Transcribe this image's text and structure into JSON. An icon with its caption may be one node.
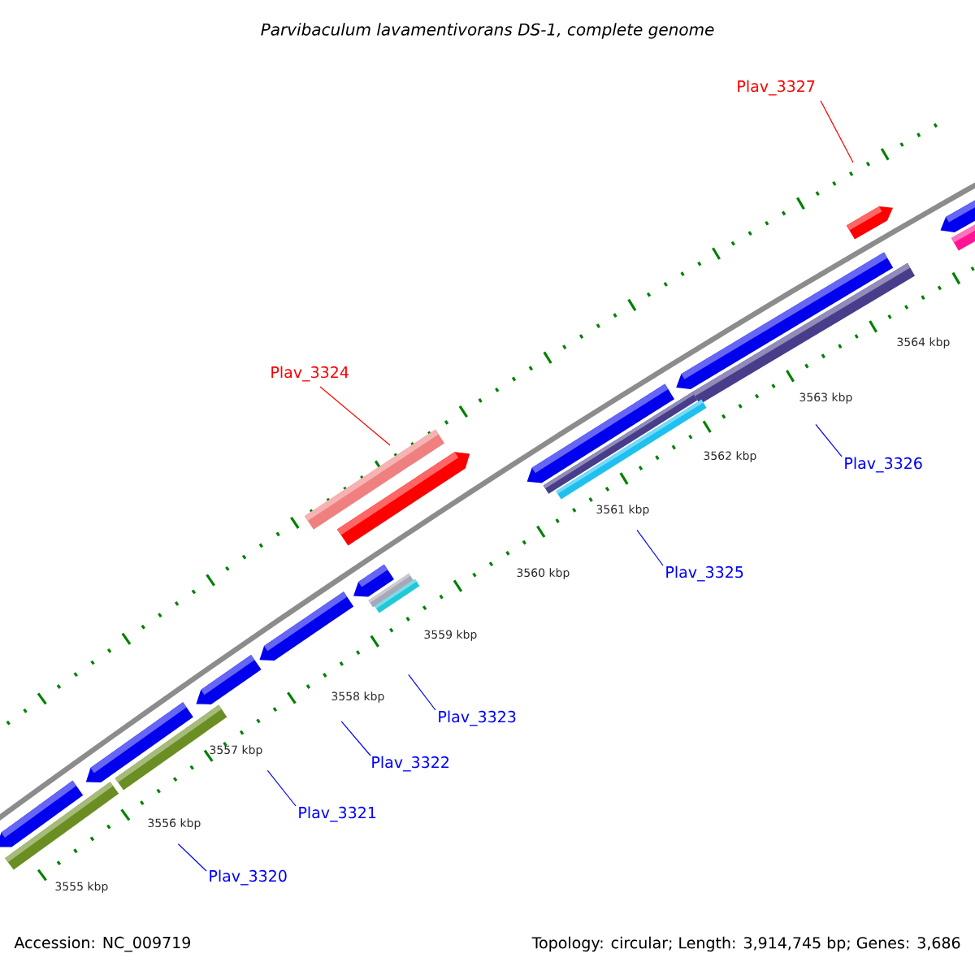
{
  "diagram": {
    "title": "Parvibaculum lavamentivorans DS-1, complete genome",
    "nodes": [
      {
        "text": [
          "Plav_3327"
        ]
      },
      {
        "text": [
          "Plav_3324"
        ]
      },
      {
        "text": [
          "Plav_3326"
        ]
      },
      {
        "text": [
          "Plav_3325"
        ]
      },
      {
        "text": [
          "Plav_3323"
        ]
      },
      {
        "text": [
          "Plav_3322"
        ]
      },
      {
        "text": [
          "Plav_3321"
        ]
      },
      {
        "text": [
          "Plav_3320"
        ]
      }
    ],
    "edges": [
      {
        "from": 0,
        "to": null,
        "arrow": "none",
        "color": "#ff0000"
      },
      {
        "from": 1,
        "to": null,
        "arrow": "none",
        "color": "#ff0000"
      },
      {
        "from": 2,
        "to": null,
        "arrow": "none"
      },
      {
        "from": 3,
        "to": null,
        "arrow": "none"
      },
      {
        "from": 4,
        "to": null,
        "arrow": "none"
      },
      {
        "from": 5,
        "to": null,
        "arrow": "none"
      },
      {
        "from": 6,
        "to": null,
        "arrow": "none"
      },
      {
        "from": 7,
        "to": null,
        "arrow": "none"
      }
    ],
    "labels": [
      "3564 kbp",
      "3563 kbp",
      "3562 kbp",
      "3561 kbp",
      "3560 kbp",
      "3559 kbp",
      "3558 kbp",
      "3557 kbp",
      "3556 kbp",
      "3555 kbp",
      "Accession: NC_009719",
      "Topology: circular; Length: 3,914,745 bp; Genes: 3,686"
    ]
  }
}
